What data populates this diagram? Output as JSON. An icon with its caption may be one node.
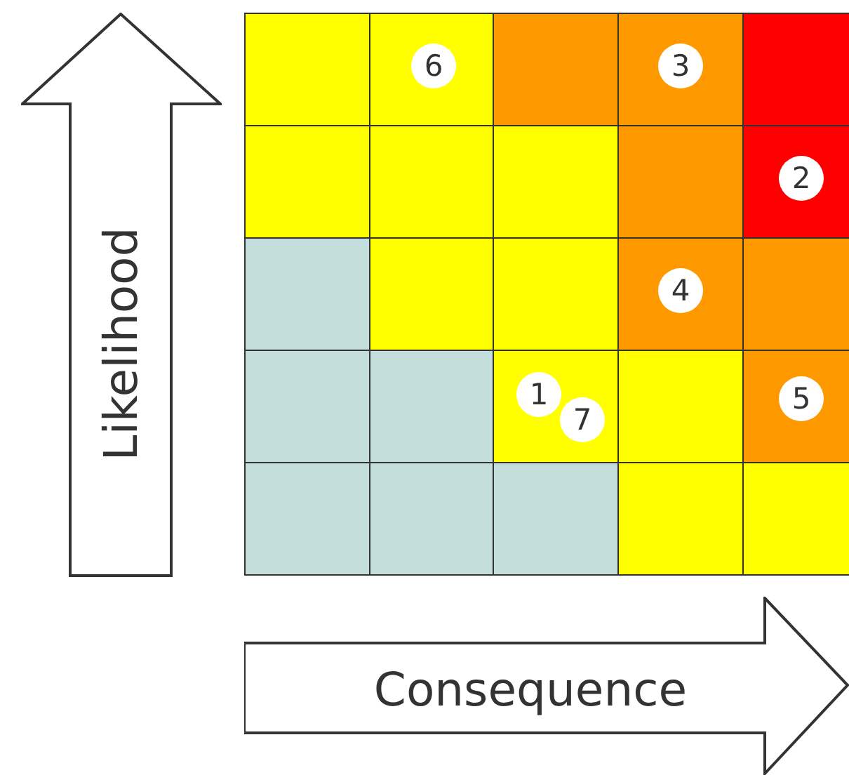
{
  "diagram": {
    "nodes": [
      {
        "text": [],
        "shape": "box"
      },
      {
        "text": [],
        "shape": "box"
      },
      {
        "text": [],
        "shape": "box"
      },
      {
        "text": [],
        "shape": "box"
      },
      {
        "text": [],
        "shape": "box"
      },
      {
        "text": [],
        "shape": "box"
      },
      {
        "text": [],
        "shape": "box"
      },
      {
        "text": [],
        "shape": "box"
      },
      {
        "text": [],
        "shape": "box"
      },
      {
        "text": [],
        "shape": "box"
      },
      {
        "text": [],
        "shape": "box"
      },
      {
        "text": [],
        "shape": "box"
      },
      {
        "text": [],
        "shape": "box"
      },
      {
        "text": [],
        "shape": "box"
      },
      {
        "text": [],
        "shape": "box"
      },
      {
        "text": [],
        "shape": "box"
      },
      {
        "text": [],
        "shape": "box"
      },
      {
        "text": [],
        "shape": "box"
      },
      {
        "text": [],
        "shape": "box"
      },
      {
        "text": [],
        "shape": "box"
      },
      {
        "text": [],
        "shape": "box"
      },
      {
        "text": [],
        "shape": "box"
      },
      {
        "text": [],
        "shape": "box"
      },
      {
        "text": [],
        "shape": "box"
      },
      {
        "text": [],
        "shape": "box"
      },
      {
        "text": [
          "6"
        ],
        "in": 1
      },
      {
        "text": [
          "3"
        ],
        "in": 3
      },
      {
        "text": [
          "2"
        ],
        "in": 9
      },
      {
        "text": [
          "4"
        ],
        "in": 13
      },
      {
        "text": [
          "1"
        ],
        "in": 17
      },
      {
        "text": [
          "7"
        ],
        "in": 17
      },
      {
        "text": [
          "5"
        ],
        "in": 19
      },
      {
        "text": [
          "Likelihood"
        ]
      },
      {
        "text": [
          "Consequence"
        ]
      }
    ]
  }
}
